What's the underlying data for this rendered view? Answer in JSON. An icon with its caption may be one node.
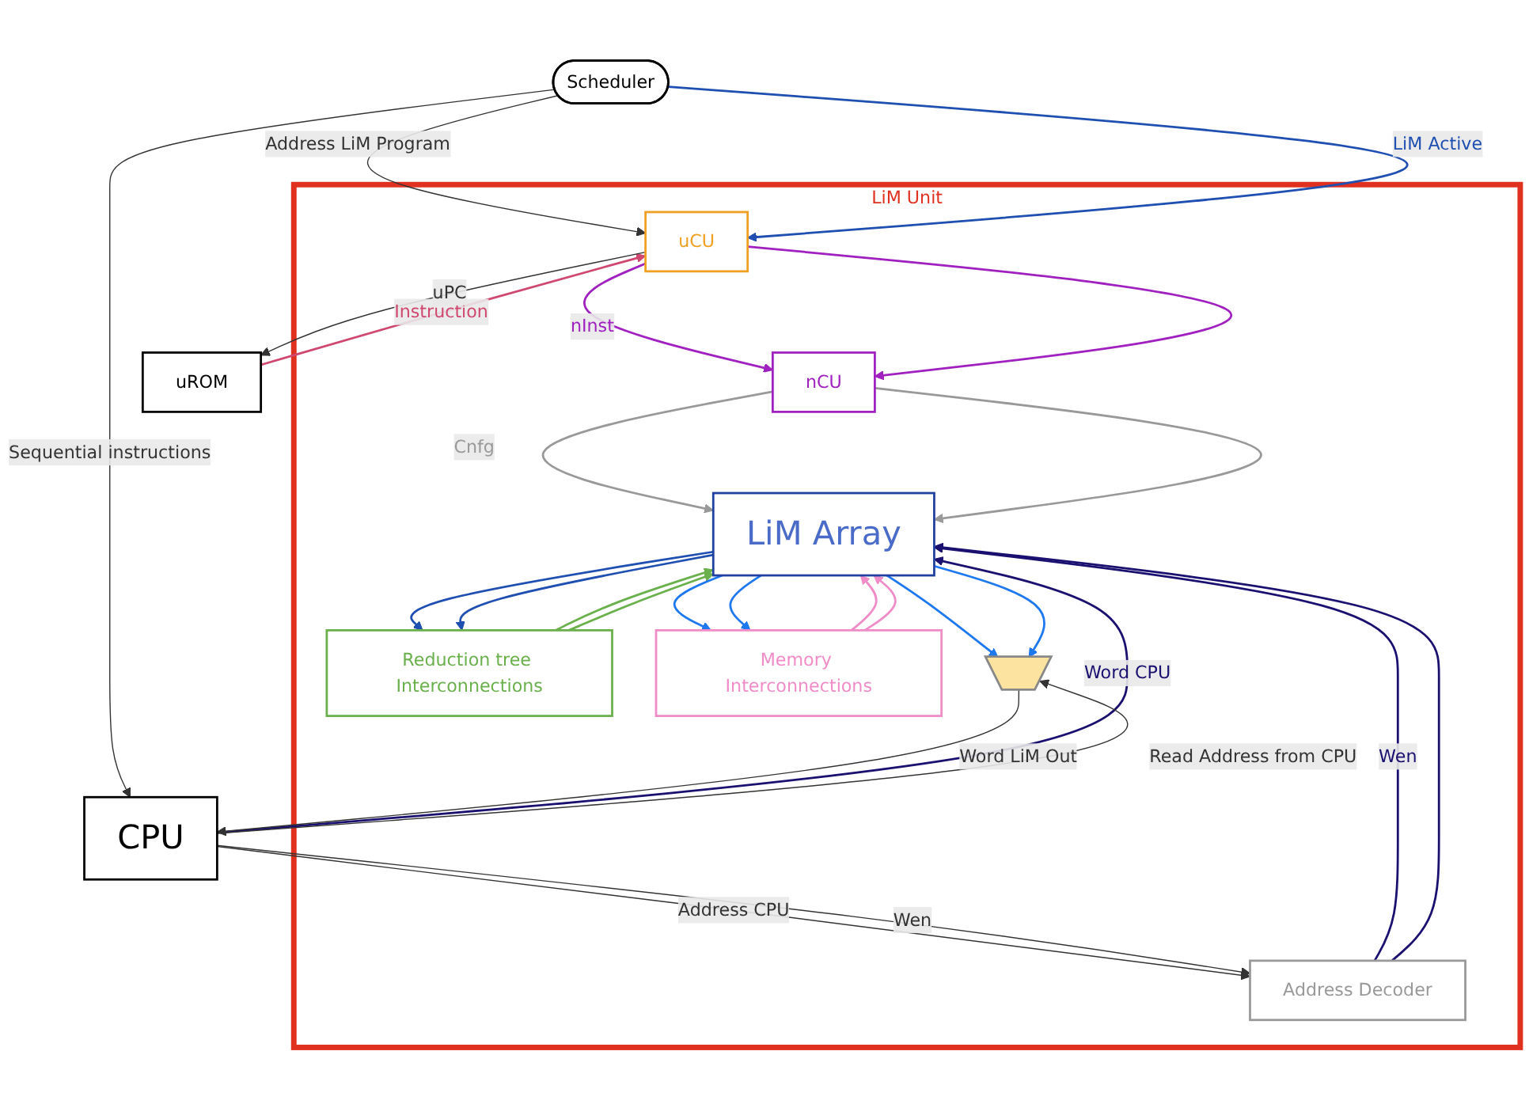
{
  "diagram": {
    "nodes": [
      {
        "text": [
          "LiM Unit"
        ]
      },
      {
        "text": [
          "uCU"
        ],
        "in": 0
      },
      {
        "text": [
          "nCU"
        ],
        "in": 0
      },
      {
        "text": [
          "Address Decoder"
        ],
        "in": 0
      },
      {
        "text": [
          "LiM Array"
        ],
        "in": 0
      },
      {
        "text": [
          "Reduction tree Interconnections"
        ],
        "in": 0
      },
      {
        "text": [
          "Memory Interconnections"
        ],
        "in": 0
      },
      {
        "text": [],
        "shape": "trapezoid",
        "in": 0
      },
      {
        "text": [
          "uROM"
        ]
      },
      {
        "text": [
          "CPU"
        ]
      },
      {
        "text": [
          "Scheduler"
        ]
      }
    ],
    "edges": [
      {
        "from": 10,
        "to": 1,
        "arrow": "to",
        "label": "Address LiM Program"
      },
      {
        "from": 10,
        "to": 1,
        "arrow": "to",
        "label": "LiM Active",
        "color": "#1f4fb0"
      },
      {
        "from": 8,
        "to": 1,
        "arrow": "to",
        "label": "Instruction",
        "color": "#d04870"
      },
      {
        "from": 1,
        "to": 8,
        "arrow": "to",
        "label": "uPC"
      },
      {
        "from": 1,
        "to": 2,
        "arrow": "to",
        "label": "nInst",
        "color": "#a020c0"
      },
      {
        "from": 1,
        "to": 2,
        "arrow": "to",
        "color": "#a020c0"
      },
      {
        "from": 2,
        "to": 4,
        "arrow": "to",
        "label": "Cnfg",
        "color": "#999999"
      },
      {
        "from": 2,
        "to": 4,
        "arrow": "to",
        "color": "#999999"
      },
      {
        "from": 3,
        "to": 4,
        "arrow": "to",
        "label": "Wen",
        "color": "#1a1070"
      },
      {
        "from": 3,
        "to": 4,
        "arrow": "to",
        "color": "#1a1070"
      },
      {
        "from": 9,
        "to": 3,
        "arrow": "to",
        "label": "Address CPU"
      },
      {
        "from": 9,
        "to": 3,
        "arrow": "to",
        "label": "Wen"
      },
      {
        "from": 9,
        "to": 4,
        "arrow": "to",
        "label": "Word CPU",
        "color": "#1a1070"
      },
      {
        "from": 4,
        "to": 5,
        "arrow": "to",
        "color": "#1f4fb0"
      },
      {
        "from": 4,
        "to": 5,
        "arrow": "to",
        "color": "#1f4fb0"
      },
      {
        "from": 5,
        "to": 4,
        "arrow": "to",
        "color": "#6ab04c"
      },
      {
        "from": 5,
        "to": 4,
        "arrow": "to",
        "color": "#6ab04c"
      },
      {
        "from": 6,
        "to": 4,
        "arrow": "to",
        "color": "#f08cc8"
      },
      {
        "from": 6,
        "to": 4,
        "arrow": "to",
        "color": "#f08cc8"
      },
      {
        "from": 4,
        "to": 6,
        "arrow": "to",
        "color": "#1e78f0"
      },
      {
        "from": 4,
        "to": 6,
        "arrow": "to",
        "color": "#1e78f0"
      },
      {
        "from": 4,
        "to": 7,
        "arrow": "to",
        "color": "#1e78f0"
      },
      {
        "from": 4,
        "to": 7,
        "arrow": "to",
        "color": "#1e78f0"
      },
      {
        "from": 7,
        "to": 9,
        "arrow": "to",
        "label": "Word LiM Out"
      },
      {
        "from": 9,
        "to": 7,
        "arrow": "to",
        "label": "Read Address from CPU"
      },
      {
        "from": 10,
        "to": 9,
        "arrow": "to",
        "label": "Sequential instructions"
      }
    ]
  }
}
